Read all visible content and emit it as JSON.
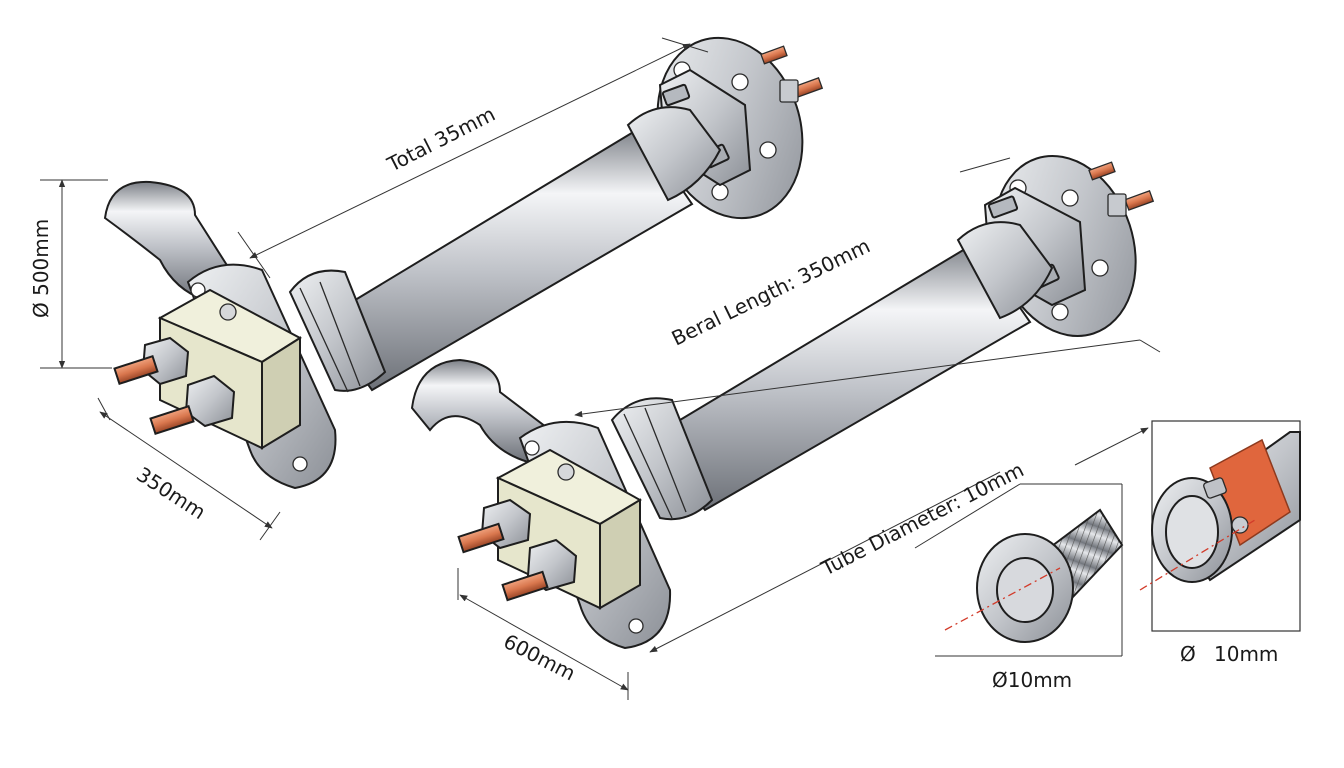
{
  "labels": {
    "total_length": "Total 35mm",
    "height_diameter": "Ø 500mm",
    "base_width_left": "350mm",
    "bend_length": "Beral Length: 350mm",
    "base_width_right": "600mm",
    "tube_diameter": "Tube Diameter: 10mm",
    "detail_thread_diameter": "Ø10mm",
    "detail_bore_symbol": "Ø",
    "detail_bore_value": "10mm"
  },
  "colors": {
    "steel_light": "#f2f3f5",
    "steel_mid": "#b9bcc2",
    "steel_dark": "#6f737a",
    "copper": "#d9774e",
    "copper_dark": "#9a4526",
    "insulator": "#e6e6cc",
    "band_orange": "#e0663d",
    "center_line": "#d23b2a"
  },
  "icons": {
    "terminal": "copper-threaded-stud-icon",
    "hex_nut": "hex-nut-icon",
    "flange": "mounting-flange-icon"
  }
}
